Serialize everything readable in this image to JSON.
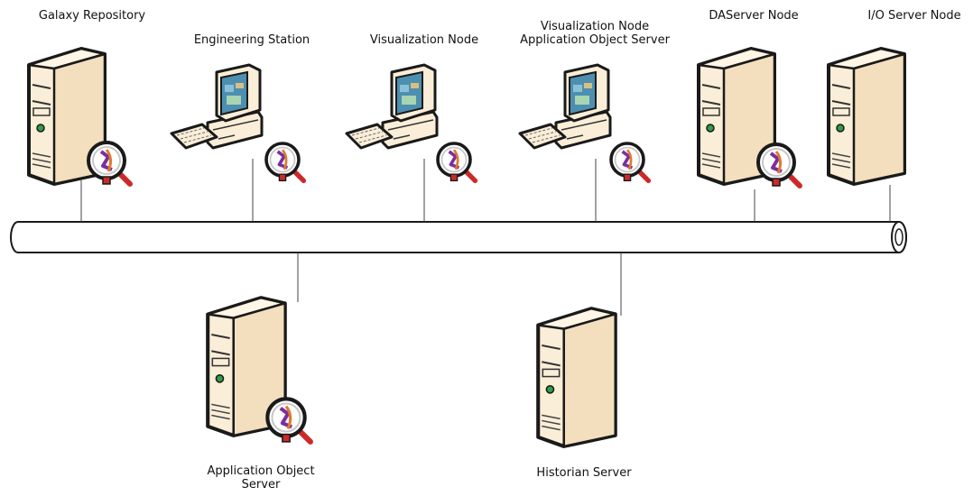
{
  "network": {
    "top_nodes": [
      {
        "id": "galaxy-repository",
        "kind": "server",
        "runtime_badge": true,
        "label_lines": [
          "Galaxy Repository"
        ]
      },
      {
        "id": "engineering-station",
        "kind": "workstation",
        "runtime_badge": true,
        "label_lines": [
          "Engineering Station"
        ]
      },
      {
        "id": "visualization-node",
        "kind": "workstation",
        "runtime_badge": true,
        "label_lines": [
          "Visualization Node"
        ]
      },
      {
        "id": "visualization-aos-node",
        "kind": "workstation",
        "runtime_badge": true,
        "label_lines": [
          "Visualization Node",
          "Application Object Server"
        ]
      },
      {
        "id": "daserver-node",
        "kind": "server",
        "runtime_badge": true,
        "label_lines": [
          "DAServer Node"
        ]
      },
      {
        "id": "io-server-node",
        "kind": "server",
        "runtime_badge": false,
        "label_lines": [
          "I/O Server Node"
        ]
      }
    ],
    "bottom_nodes": [
      {
        "id": "application-object-server",
        "kind": "server",
        "runtime_badge": true,
        "label_lines": [
          "Application Object",
          "Server"
        ]
      },
      {
        "id": "historian-server",
        "kind": "server",
        "runtime_badge": false,
        "label_lines": [
          "Historian Server"
        ]
      }
    ]
  },
  "colors": {
    "tower_front": "#fbeed8",
    "tower_side": "#f0dcb8",
    "outline": "#1a1a1a",
    "screen": "#4d8fb0",
    "badge_red": "#cc2a2a",
    "badge_purple": "#7a2fa0",
    "led_green": "#2ea043"
  }
}
